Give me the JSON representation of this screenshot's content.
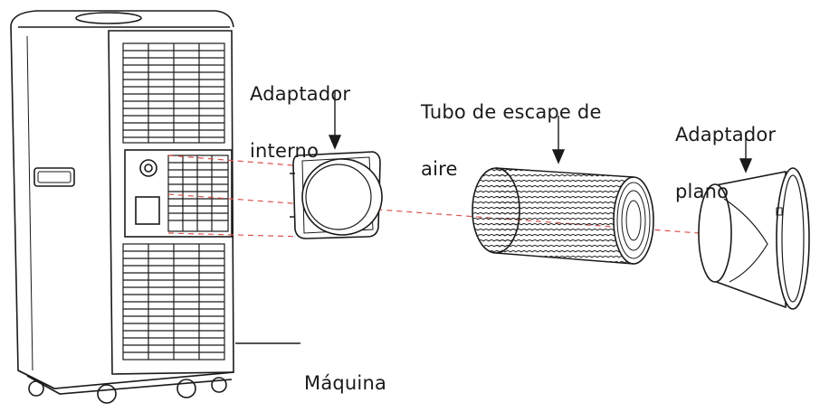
{
  "labels": {
    "internal_adapter": {
      "line1": "Adaptador",
      "line2": "interno"
    },
    "exhaust_tube": {
      "line1": "Tubo de escape de",
      "line2": "aire"
    },
    "flat_adapter": {
      "line1": "Adaptador",
      "line2": "plano"
    },
    "machine": "Máquina"
  },
  "colors": {
    "line": "#1a1a1a",
    "guide": "#d9534f",
    "background": "#ffffff"
  }
}
